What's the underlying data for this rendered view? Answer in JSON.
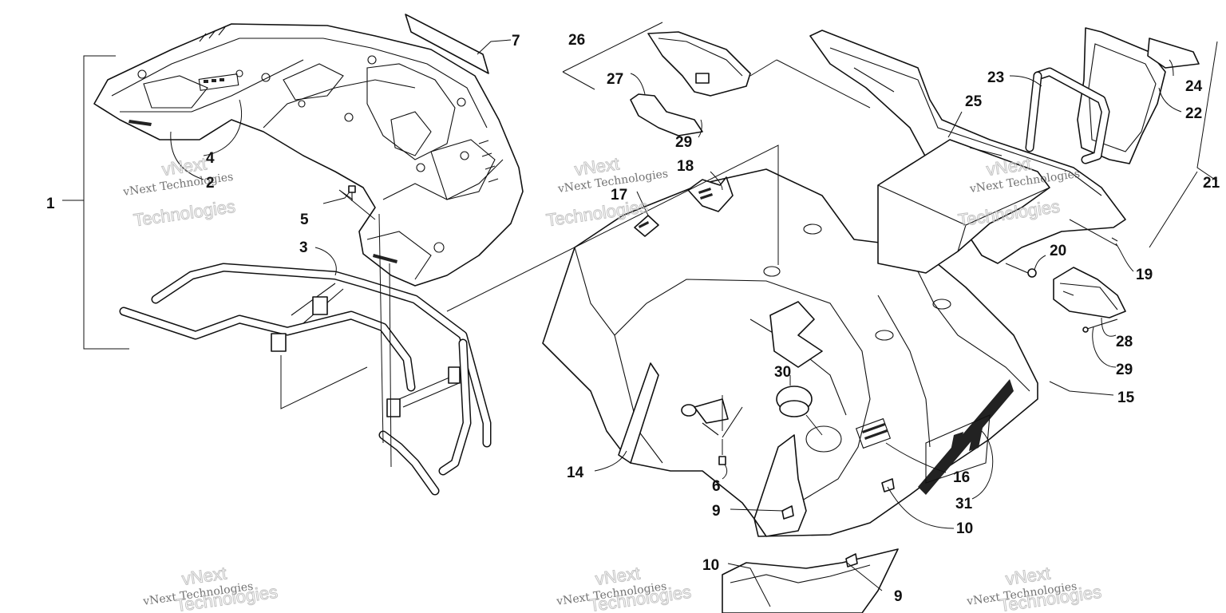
{
  "diagram": {
    "callouts": [
      "1",
      "2",
      "3",
      "4",
      "5",
      "6",
      "7",
      "9",
      "9",
      "10",
      "10",
      "14",
      "15",
      "16",
      "17",
      "18",
      "19",
      "20",
      "21",
      "22",
      "23",
      "24",
      "25",
      "26",
      "27",
      "28",
      "29",
      "29",
      "30",
      "31"
    ],
    "watermark": {
      "line1": "vNext Technologies",
      "line2": "vNext",
      "line3": "Technologies"
    }
  }
}
